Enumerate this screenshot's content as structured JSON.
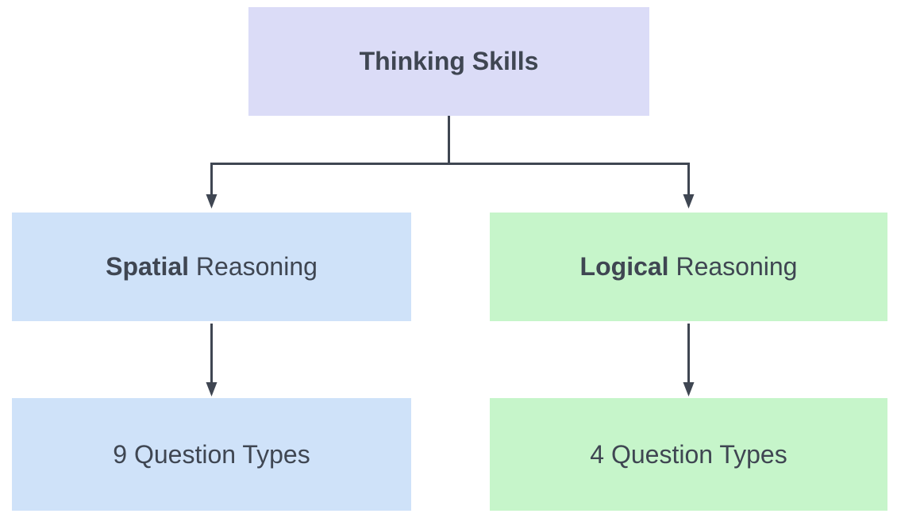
{
  "diagram": {
    "title": "Thinking Skills",
    "background": "#ffffff",
    "colors": {
      "root_fill": "#dbdcf7",
      "spatial_fill": "#cfe2f9",
      "logical_fill": "#c6f5ca",
      "connector": "#3f4652",
      "text": "#3f4652"
    },
    "nodes": {
      "root": {
        "bold": "Thinking Skills",
        "regular": ""
      },
      "spatial": {
        "bold": "Spatial",
        "regular": " Reasoning"
      },
      "logical": {
        "bold": "Logical",
        "regular": " Reasoning"
      },
      "spatial_count": {
        "label": "9 Question Types"
      },
      "logical_count": {
        "label": "4 Question Types"
      }
    },
    "edges": [
      {
        "from": "thinking-skills",
        "to": "spatial-reasoning"
      },
      {
        "from": "thinking-skills",
        "to": "logical-reasoning"
      },
      {
        "from": "spatial-reasoning",
        "to": "9-question-types"
      },
      {
        "from": "logical-reasoning",
        "to": "4-question-types"
      }
    ]
  }
}
